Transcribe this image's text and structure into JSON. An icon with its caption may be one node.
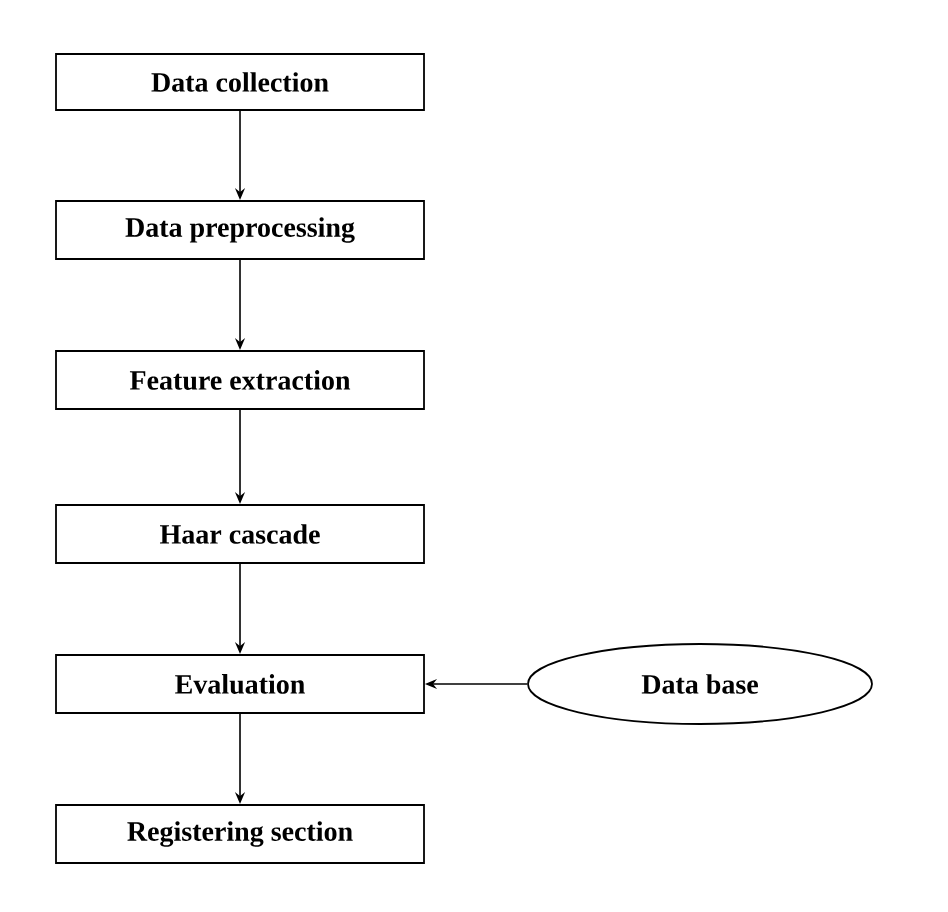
{
  "diagram": {
    "nodes": [
      {
        "text": [
          "Data collection"
        ]
      },
      {
        "text": [
          "Data preprocessing"
        ]
      },
      {
        "text": [
          "Feature extraction"
        ]
      },
      {
        "text": [
          "Haar cascade"
        ]
      },
      {
        "text": [
          "Evaluation"
        ]
      },
      {
        "text": [
          "Registering section"
        ]
      },
      {
        "text": [
          "Data base"
        ]
      }
    ],
    "edges": [
      {
        "from": 0,
        "to": 1,
        "arrow": "to"
      },
      {
        "from": 1,
        "to": 2,
        "arrow": "to"
      },
      {
        "from": 2,
        "to": 3,
        "arrow": "to"
      },
      {
        "from": 3,
        "to": 4,
        "arrow": "to"
      },
      {
        "from": 4,
        "to": 5,
        "arrow": "to"
      },
      {
        "from": 6,
        "to": 4,
        "arrow": "to"
      }
    ]
  }
}
